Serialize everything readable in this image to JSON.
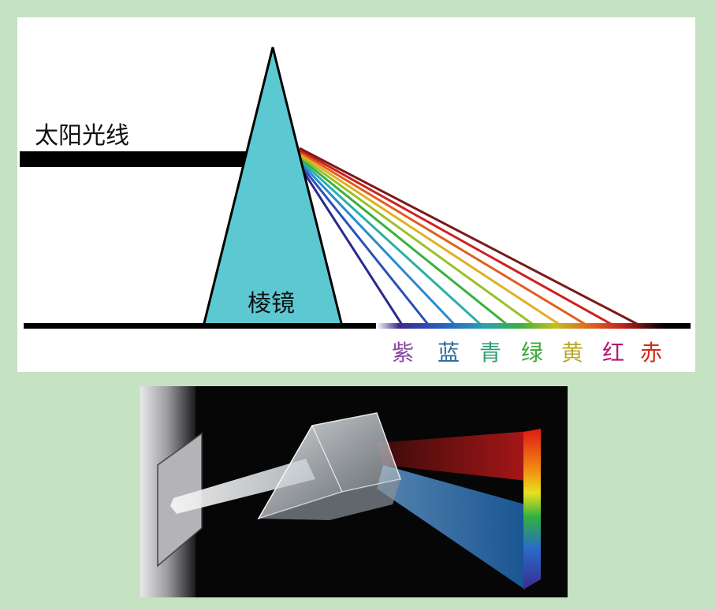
{
  "diagram": {
    "sunlight_label": "太阳光线",
    "prism_label": "棱镜",
    "spectrum_labels": [
      {
        "text": "紫",
        "color": "#8a4aa0"
      },
      {
        "text": "蓝",
        "color": "#2a6a9a"
      },
      {
        "text": "青",
        "color": "#2aa070"
      },
      {
        "text": "绿",
        "color": "#3aaa3a"
      },
      {
        "text": "黄",
        "color": "#b8a82a"
      },
      {
        "text": "红",
        "color": "#b01a6a"
      },
      {
        "text": "赤",
        "color": "#d42a1a"
      }
    ],
    "ray_colors": [
      "#2a2a8a",
      "#2a50b8",
      "#2a8ad0",
      "#2ab0a8",
      "#3ab040",
      "#9ac028",
      "#e0b020",
      "#e06020",
      "#d02020",
      "#7a1a1a"
    ],
    "prism_color": "#5cc9d2"
  },
  "photo": {
    "description_icon": "prism-photo"
  }
}
